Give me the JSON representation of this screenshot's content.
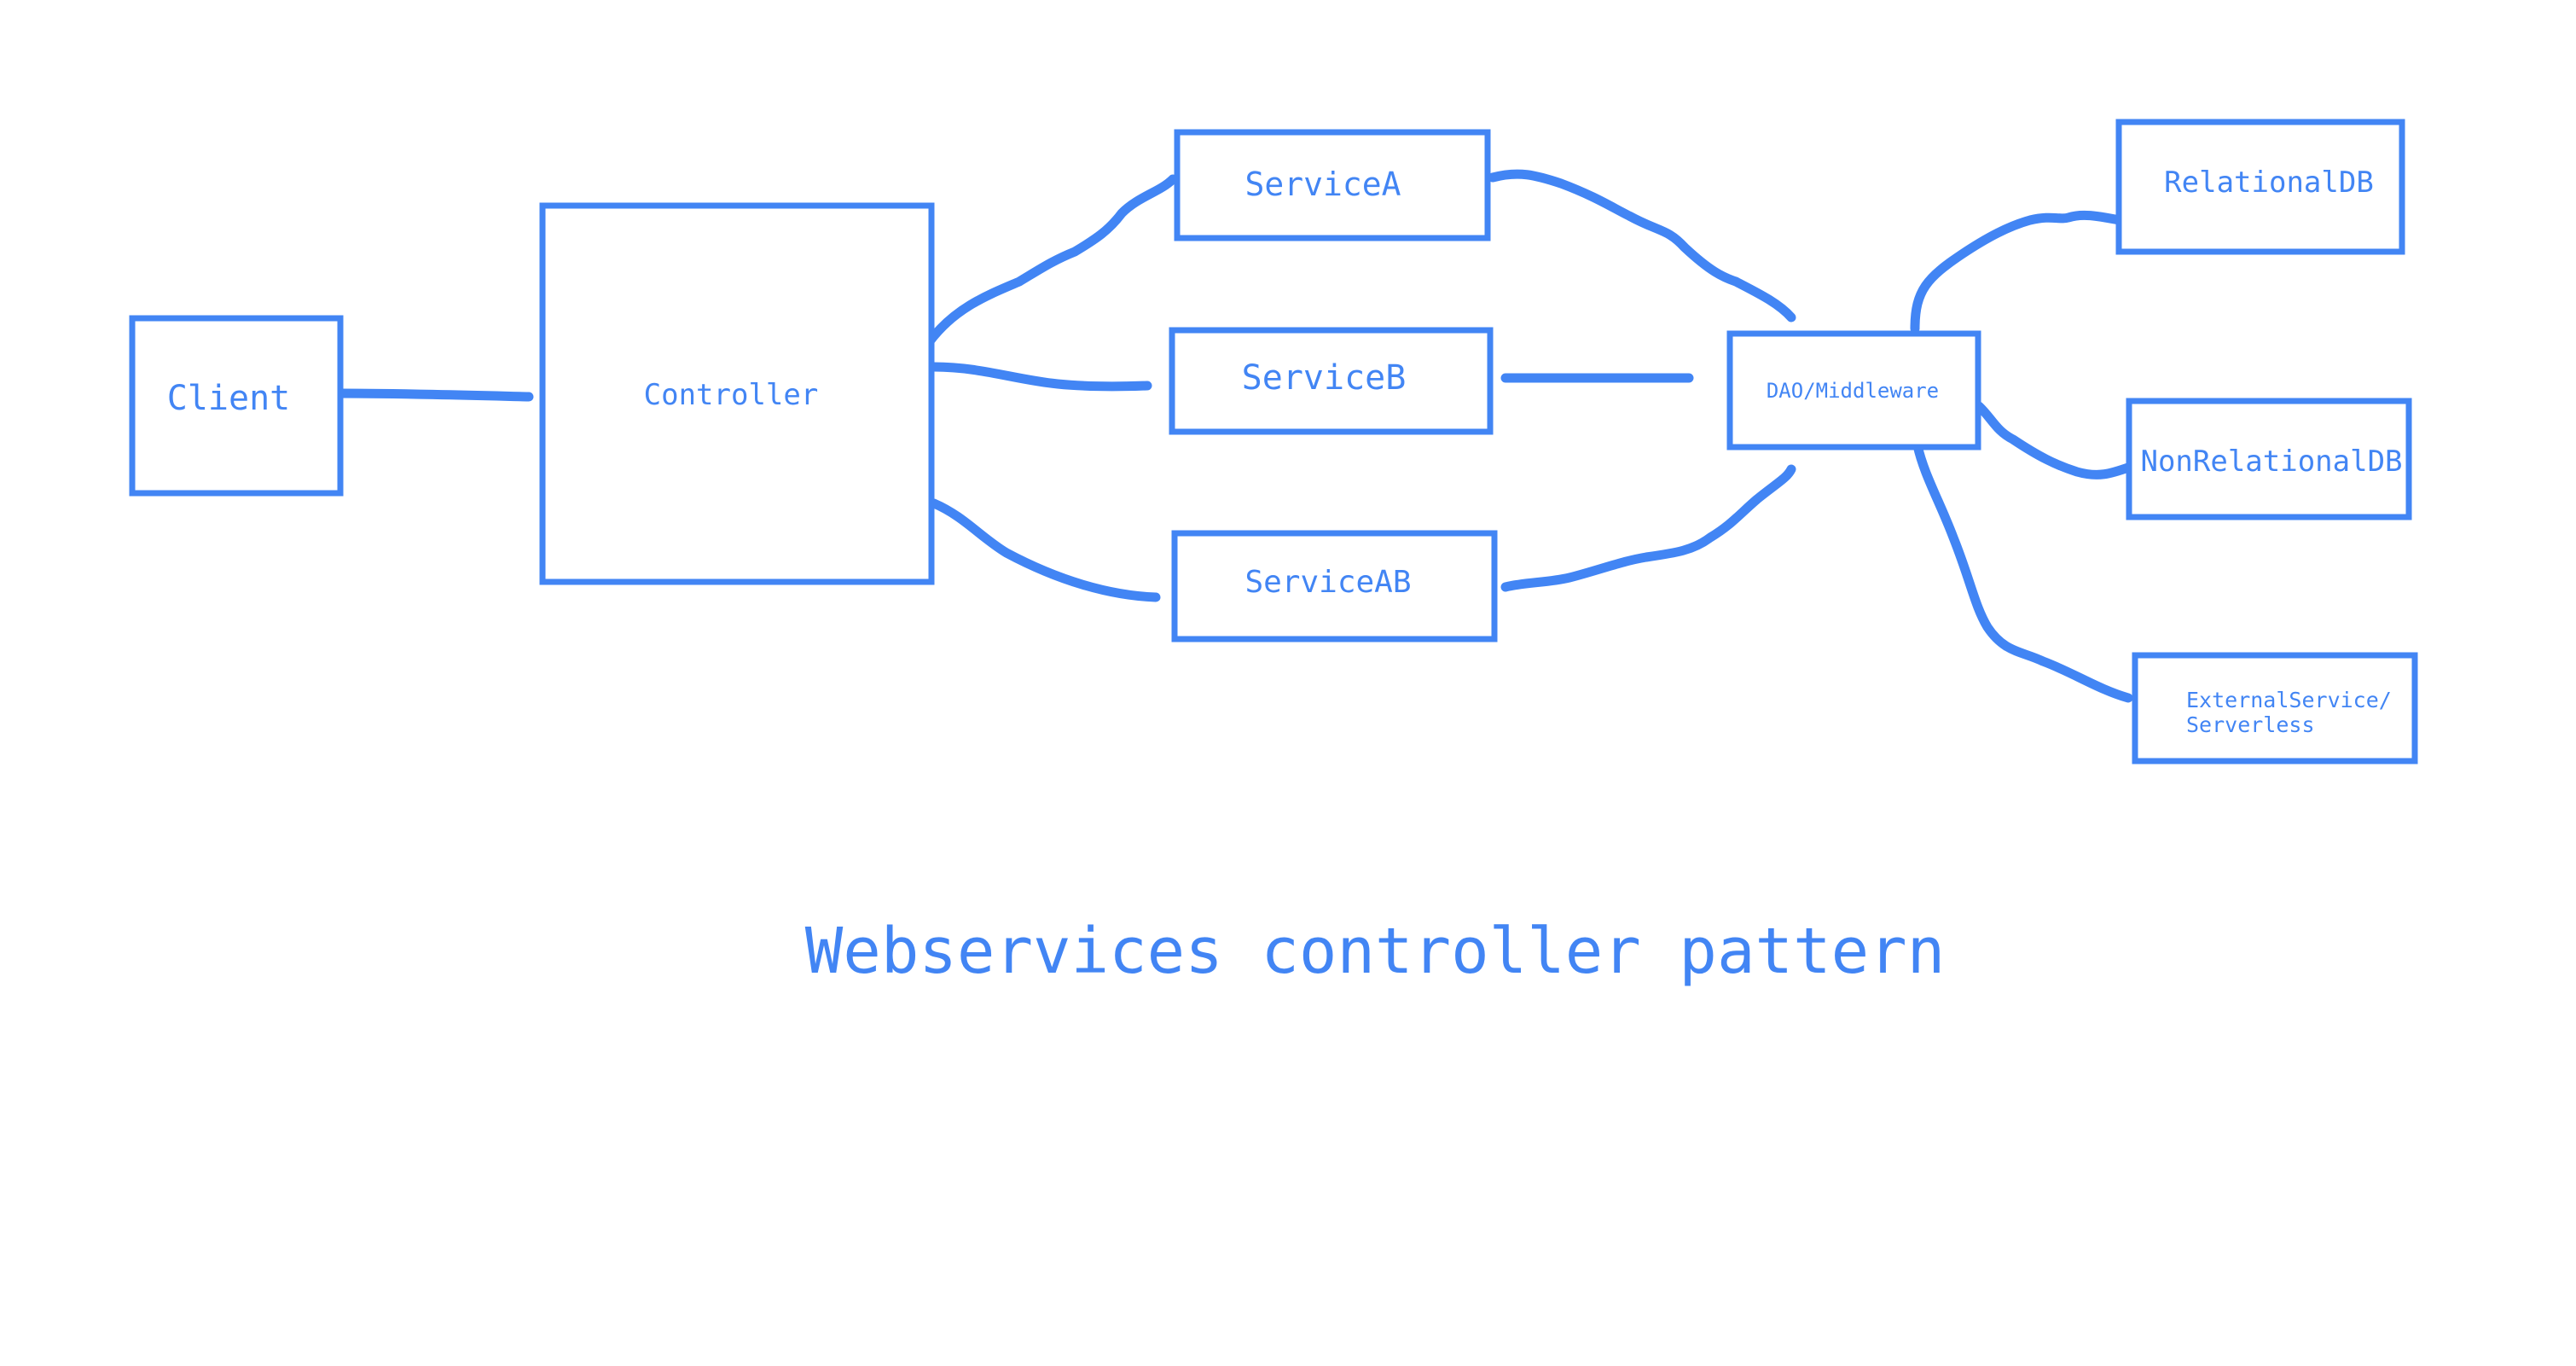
{
  "diagram": {
    "title": "Webservices controller pattern",
    "accent_color": "#4285f4",
    "nodes": {
      "client": "Client",
      "controller": "Controller",
      "service_a": "ServiceA",
      "service_b": "ServiceB",
      "service_ab": "ServiceAB",
      "dao": "DAO/Middleware",
      "relational_db": "RelationalDB",
      "non_relational_db": "NonRelationalDB",
      "external_service_line1": "ExternalService/",
      "external_service_line2": "Serverless"
    },
    "edges": [
      {
        "from": "Client",
        "to": "Controller"
      },
      {
        "from": "Controller",
        "to": "ServiceA"
      },
      {
        "from": "Controller",
        "to": "ServiceB"
      },
      {
        "from": "Controller",
        "to": "ServiceAB"
      },
      {
        "from": "ServiceA",
        "to": "DAO/Middleware"
      },
      {
        "from": "ServiceB",
        "to": "DAO/Middleware"
      },
      {
        "from": "ServiceAB",
        "to": "DAO/Middleware"
      },
      {
        "from": "DAO/Middleware",
        "to": "RelationalDB"
      },
      {
        "from": "DAO/Middleware",
        "to": "NonRelationalDB"
      },
      {
        "from": "DAO/Middleware",
        "to": "ExternalService/Serverless"
      }
    ]
  }
}
